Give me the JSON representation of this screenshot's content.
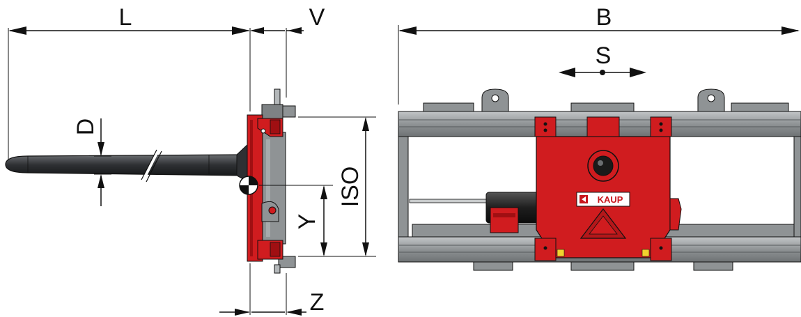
{
  "labels": {
    "L": "L",
    "V": "V",
    "B": "B",
    "S": "S",
    "D": "D",
    "ISO": "ISO",
    "Y": "Y",
    "Z": "Z"
  },
  "logo": {
    "text": "KAUP"
  },
  "colors": {
    "red": "#d01c1f",
    "dark_red": "#a00f12",
    "gray": "#8f9395",
    "light_gray": "#b4b8ba",
    "dark_gray": "#55595b",
    "fork": "#2e3033",
    "line": "#111111"
  }
}
